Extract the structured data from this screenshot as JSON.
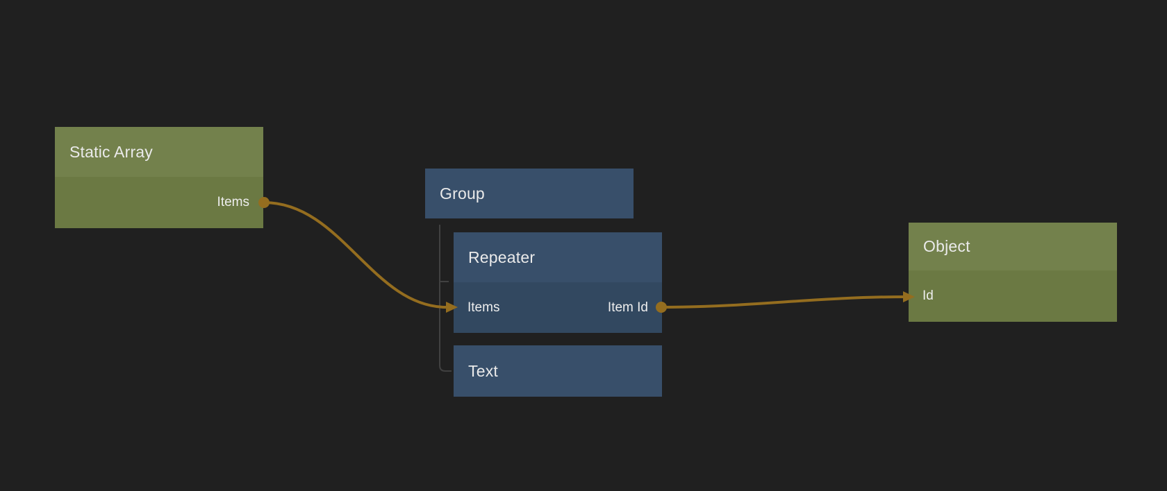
{
  "app": {
    "name": "node-graph-canvas"
  },
  "colors": {
    "background": "#202020",
    "node_green_header": "#73814c",
    "node_green_body": "#6b7943",
    "node_blue_header": "#384f6a",
    "node_blue_body": "#324860",
    "wire": "#946d1f",
    "tree_line": "#414141",
    "text": "#eaeaea"
  },
  "nodes": [
    {
      "title": "Static Array",
      "kind": "green",
      "ports": {
        "outputs": [
          "Items"
        ]
      }
    },
    {
      "title": "Group",
      "kind": "blue",
      "ports": {}
    },
    {
      "title": "Repeater",
      "kind": "blue",
      "ports": {
        "inputs": [
          "Items"
        ],
        "outputs": [
          "Item Id"
        ]
      }
    },
    {
      "title": "Text",
      "kind": "blue",
      "ports": {}
    },
    {
      "title": "Object",
      "kind": "green",
      "ports": {
        "inputs": [
          "Id"
        ]
      }
    }
  ],
  "connections": [
    {
      "from": "Static Array.Items",
      "to": "Repeater.Items"
    },
    {
      "from": "Repeater.Item Id",
      "to": "Object.Id"
    }
  ]
}
